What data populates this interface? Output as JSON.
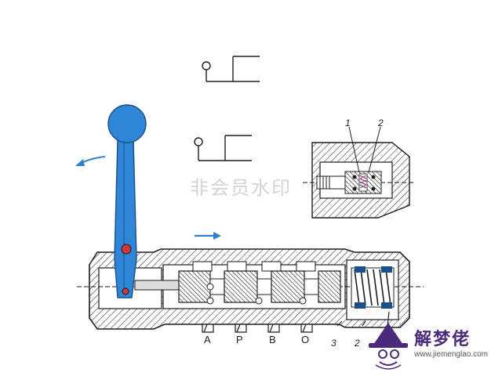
{
  "port_labels": [
    "A",
    "P",
    "B",
    "O"
  ],
  "part_labels": {
    "p3": "3",
    "p2_bottom": "2",
    "p1_detail": "1",
    "p2_detail": "2"
  },
  "watermark_text": "非会员水印",
  "brand": {
    "name": "解梦佬",
    "url": "www.jiemenglao.com"
  },
  "colors": {
    "lever": "#2f86d6",
    "lever_stroke": "#1a4f8a",
    "pin": "#d8343f",
    "arrow": "#2f7fd0",
    "line": "#1e1e1e",
    "hatch": "#3c3c3c"
  },
  "icons": {
    "left_arrow": "curved-arrow-left-icon",
    "right_arrow": "arrow-right-icon",
    "brand": "wizard-hat-icon"
  }
}
